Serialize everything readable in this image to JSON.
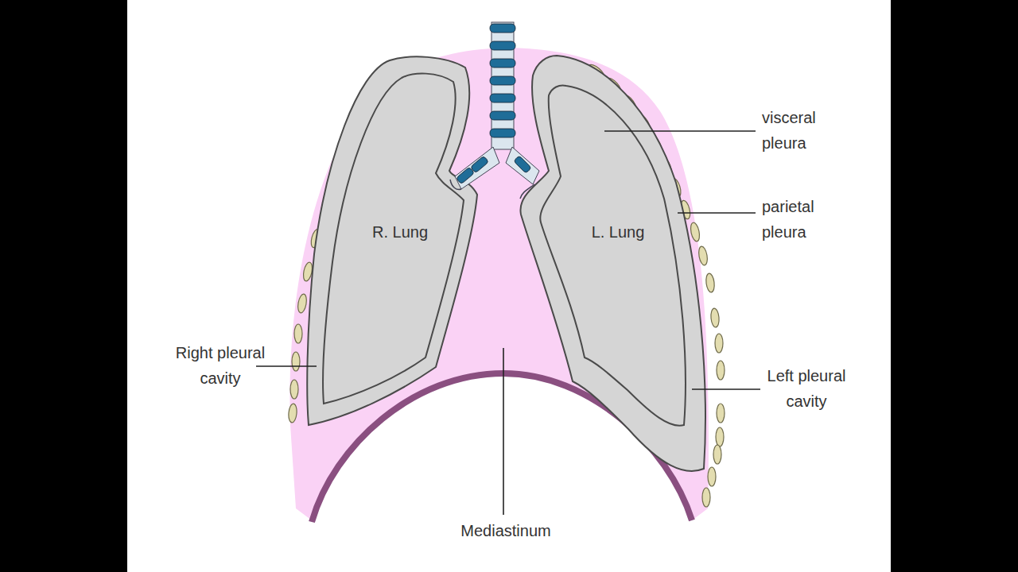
{
  "diagram": {
    "labels": [
      "R. Lung",
      "L. Lung",
      "visceral pleura",
      "parietal pleura",
      "Right pleural cavity",
      "Left pleural cavity",
      "Mediastinum"
    ]
  }
}
